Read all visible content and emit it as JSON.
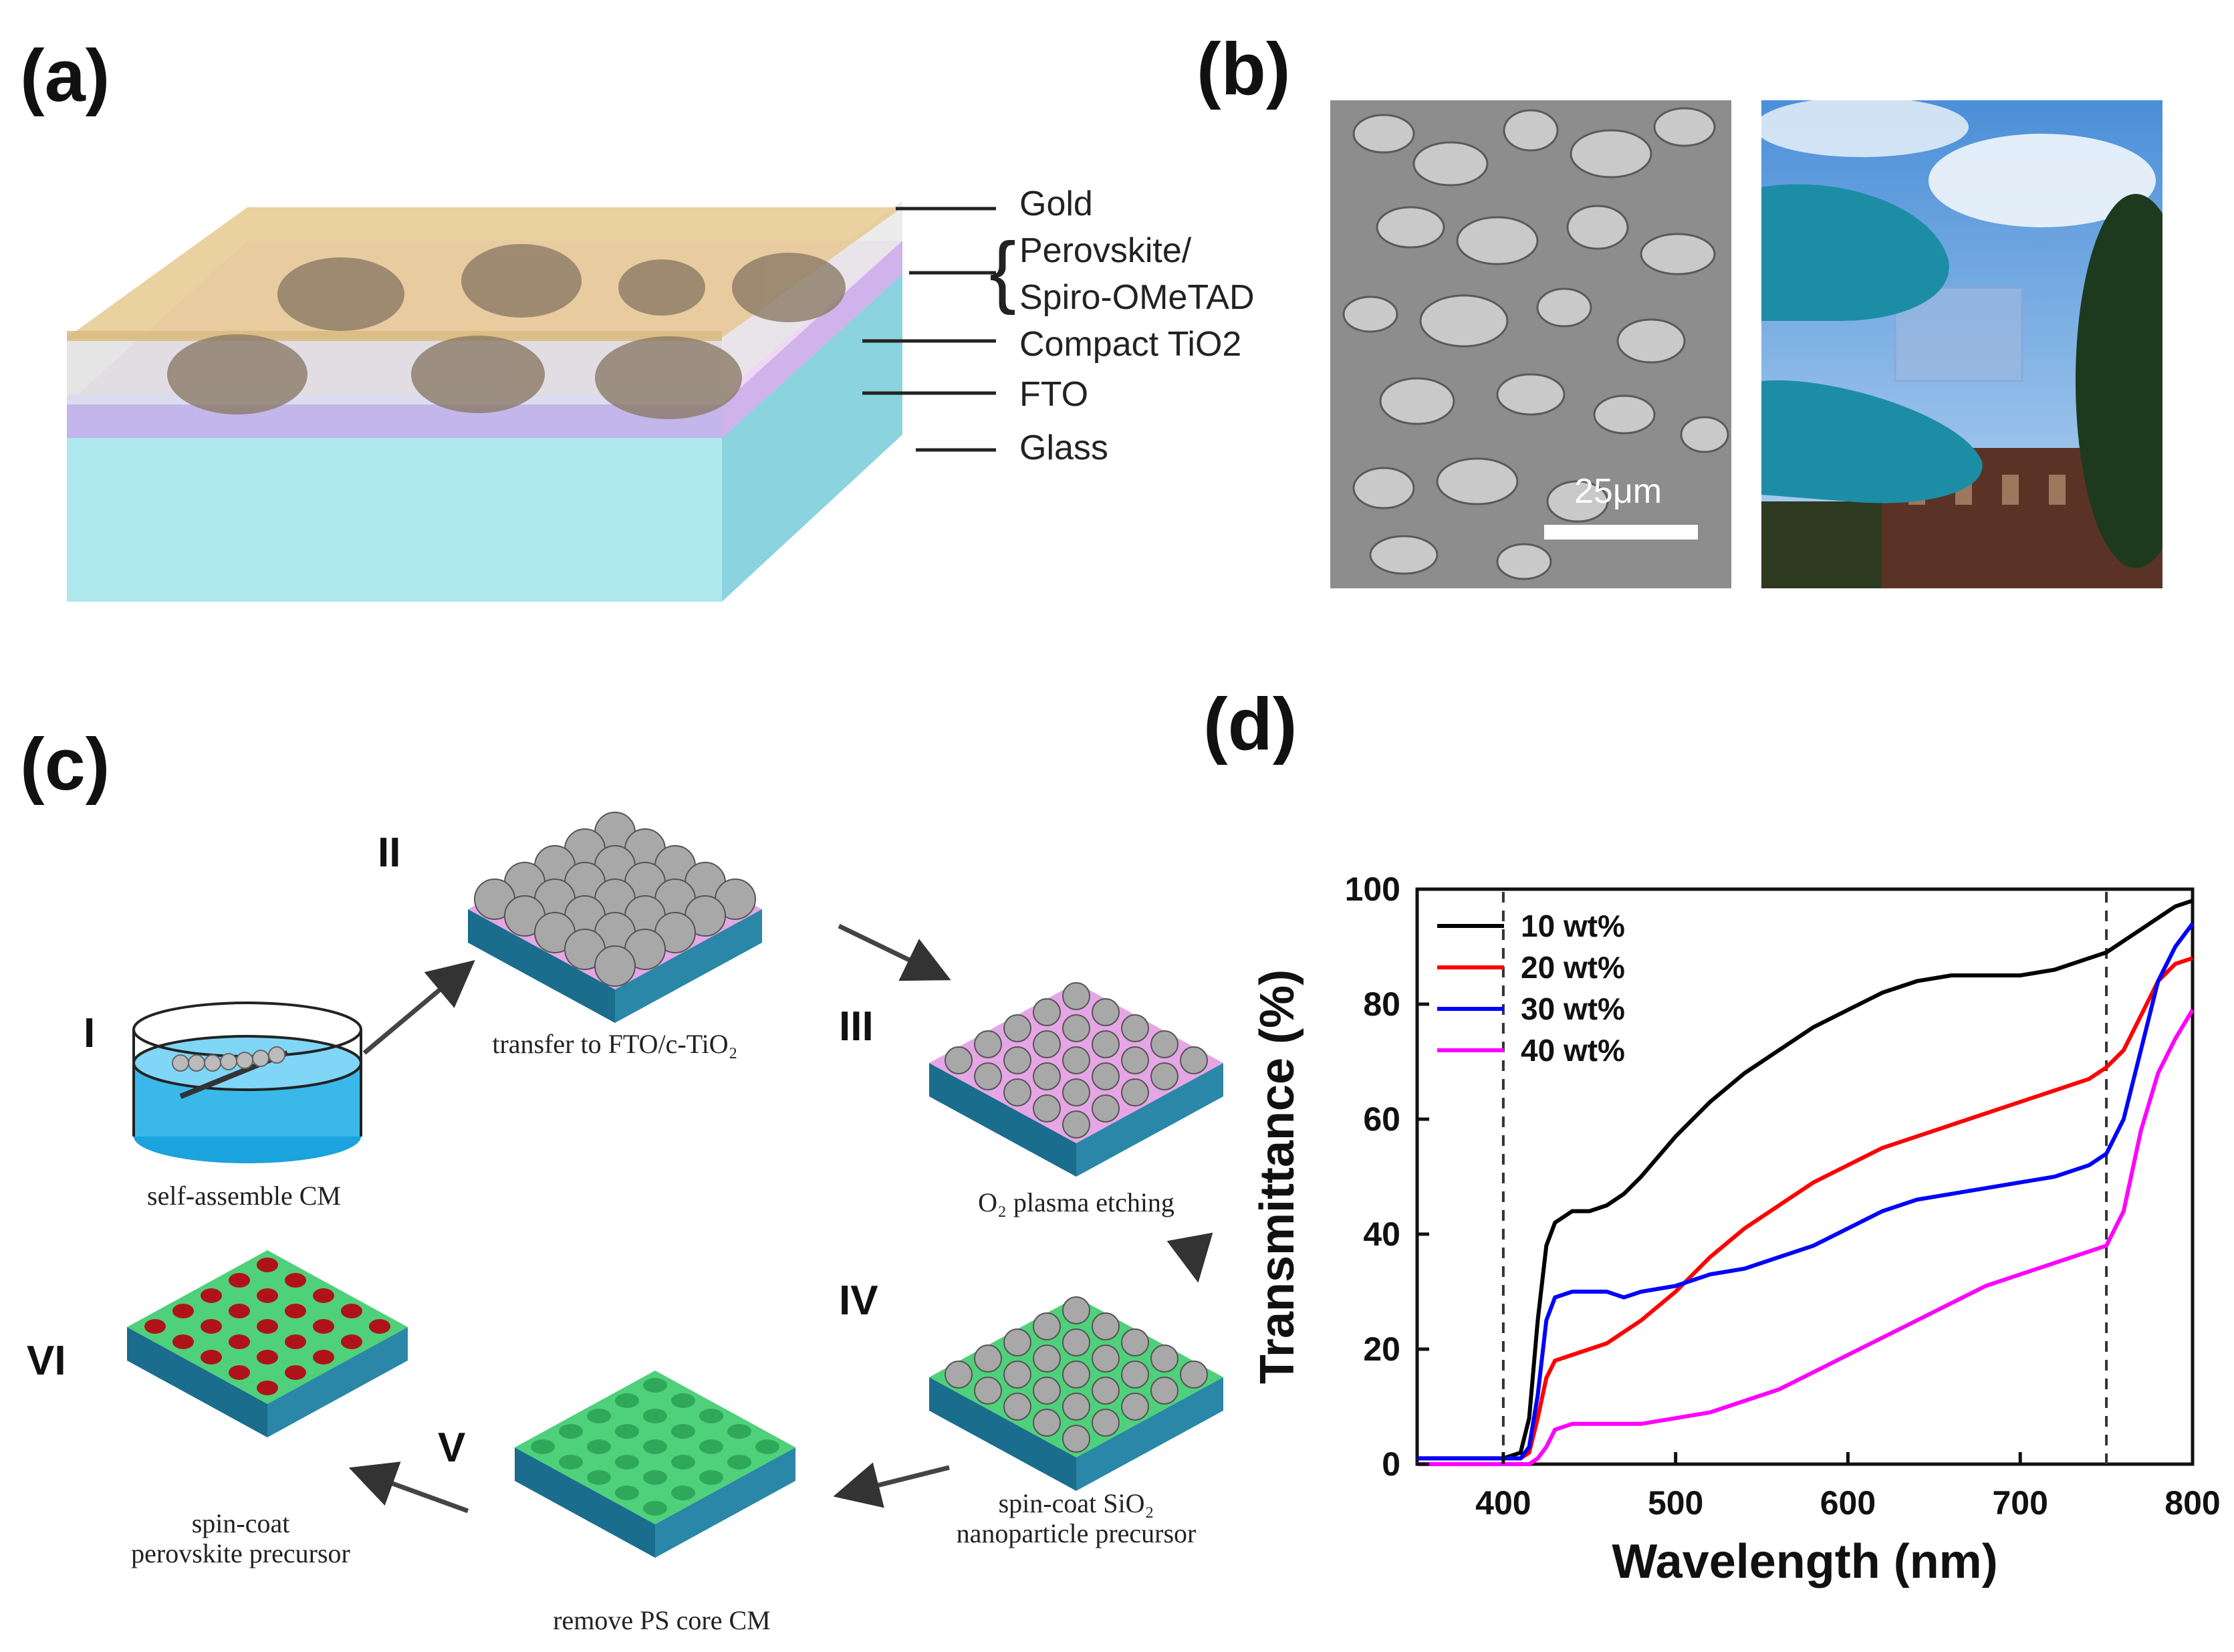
{
  "panels": {
    "a": "(a)",
    "b": "(b)",
    "c": "(c)",
    "d": "(d)"
  },
  "panel_a": {
    "layers": [
      "Gold",
      "Perovskite/",
      "Spiro-OMeTAD",
      "Compact TiO2",
      "FTO",
      "Glass"
    ]
  },
  "panel_b": {
    "scale_bar": "25μm"
  },
  "panel_c": {
    "steps": [
      {
        "num": "I",
        "caption": "self-assemble CM"
      },
      {
        "num": "II",
        "caption": "transfer to FTO/c-TiO₂"
      },
      {
        "num": "III",
        "caption": "O₂ plasma etching"
      },
      {
        "num": "IV",
        "caption_line1": "spin-coat SiO₂",
        "caption_line2": "nanoparticle precursor"
      },
      {
        "num": "V",
        "caption": "remove PS core CM"
      },
      {
        "num": "VI",
        "caption_line1": "spin-coat",
        "caption_line2": "perovskite precursor"
      }
    ]
  },
  "chart_data": {
    "type": "line",
    "xlabel": "Wavelength (nm)",
    "ylabel": "Transmittance (%)",
    "xlim": [
      350,
      800
    ],
    "ylim": [
      0,
      100
    ],
    "xticks": [
      400,
      500,
      600,
      700,
      800
    ],
    "yticks": [
      0,
      20,
      40,
      60,
      80,
      100
    ],
    "vlines": [
      400,
      750
    ],
    "legend_position": "top-left",
    "series": [
      {
        "name": "10 wt%",
        "color": "#000000",
        "x": [
          350,
          400,
          410,
          415,
          420,
          425,
          430,
          440,
          450,
          460,
          470,
          480,
          500,
          520,
          540,
          560,
          580,
          600,
          620,
          640,
          660,
          680,
          700,
          720,
          740,
          750,
          760,
          770,
          780,
          790,
          800
        ],
        "y": [
          1,
          1,
          2,
          8,
          25,
          38,
          42,
          44,
          44,
          45,
          47,
          50,
          57,
          63,
          68,
          72,
          76,
          79,
          82,
          84,
          85,
          85,
          85,
          86,
          88,
          89,
          91,
          93,
          95,
          97,
          98
        ]
      },
      {
        "name": "20 wt%",
        "color": "#ff0000",
        "x": [
          350,
          400,
          410,
          415,
          420,
          425,
          430,
          440,
          450,
          460,
          470,
          480,
          500,
          520,
          540,
          560,
          580,
          600,
          620,
          640,
          660,
          680,
          700,
          720,
          740,
          750,
          760,
          770,
          780,
          790,
          800
        ],
        "y": [
          1,
          1,
          1,
          2,
          8,
          15,
          18,
          19,
          20,
          21,
          23,
          25,
          30,
          36,
          41,
          45,
          49,
          52,
          55,
          57,
          59,
          61,
          63,
          65,
          67,
          69,
          72,
          78,
          84,
          87,
          88
        ]
      },
      {
        "name": "30 wt%",
        "color": "#0000ff",
        "x": [
          350,
          400,
          410,
          415,
          420,
          425,
          430,
          440,
          450,
          460,
          470,
          480,
          500,
          520,
          540,
          560,
          580,
          600,
          620,
          640,
          660,
          680,
          700,
          720,
          740,
          750,
          760,
          770,
          780,
          790,
          800
        ],
        "y": [
          1,
          1,
          1,
          3,
          12,
          25,
          29,
          30,
          30,
          30,
          29,
          30,
          31,
          33,
          34,
          36,
          38,
          41,
          44,
          46,
          47,
          48,
          49,
          50,
          52,
          54,
          60,
          72,
          84,
          90,
          94
        ]
      },
      {
        "name": "40 wt%",
        "color": "#ff00ff",
        "x": [
          350,
          400,
          410,
          415,
          420,
          425,
          430,
          440,
          450,
          460,
          470,
          480,
          500,
          520,
          540,
          560,
          580,
          600,
          620,
          640,
          660,
          680,
          700,
          720,
          740,
          750,
          760,
          770,
          780,
          790,
          800
        ],
        "y": [
          0,
          0,
          0,
          0,
          1,
          3,
          6,
          7,
          7,
          7,
          7,
          7,
          8,
          9,
          11,
          13,
          16,
          19,
          22,
          25,
          28,
          31,
          33,
          35,
          37,
          38,
          44,
          58,
          68,
          74,
          79
        ]
      }
    ]
  }
}
